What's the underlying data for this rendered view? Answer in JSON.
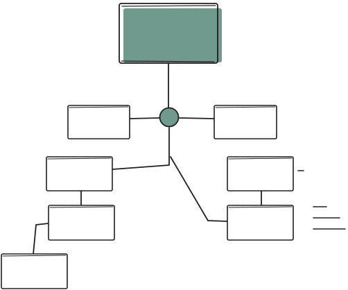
{
  "diagram": {
    "kind": "org-chart-sketch",
    "colors": {
      "accent": "#6f9a8d",
      "ink": "#1f1f1f",
      "background": "#ffffff"
    },
    "nodes": [
      {
        "id": "top",
        "label": "",
        "filled": true
      },
      {
        "id": "hub",
        "label": "",
        "filled": true,
        "shape": "circle"
      },
      {
        "id": "left-mid",
        "label": ""
      },
      {
        "id": "right-mid",
        "label": ""
      },
      {
        "id": "left-a",
        "label": ""
      },
      {
        "id": "left-b",
        "label": ""
      },
      {
        "id": "left-c",
        "label": ""
      },
      {
        "id": "right-a",
        "label": ""
      },
      {
        "id": "right-b",
        "label": ""
      }
    ],
    "edges": [
      [
        "top",
        "hub"
      ],
      [
        "hub",
        "left-mid"
      ],
      [
        "hub",
        "right-mid"
      ],
      [
        "hub",
        "left-a"
      ],
      [
        "hub",
        "right-b"
      ],
      [
        "left-a",
        "left-b"
      ],
      [
        "left-b",
        "left-c"
      ],
      [
        "right-a",
        "right-b"
      ]
    ],
    "decorations": [
      "speed-lines",
      "dash-mark"
    ]
  }
}
